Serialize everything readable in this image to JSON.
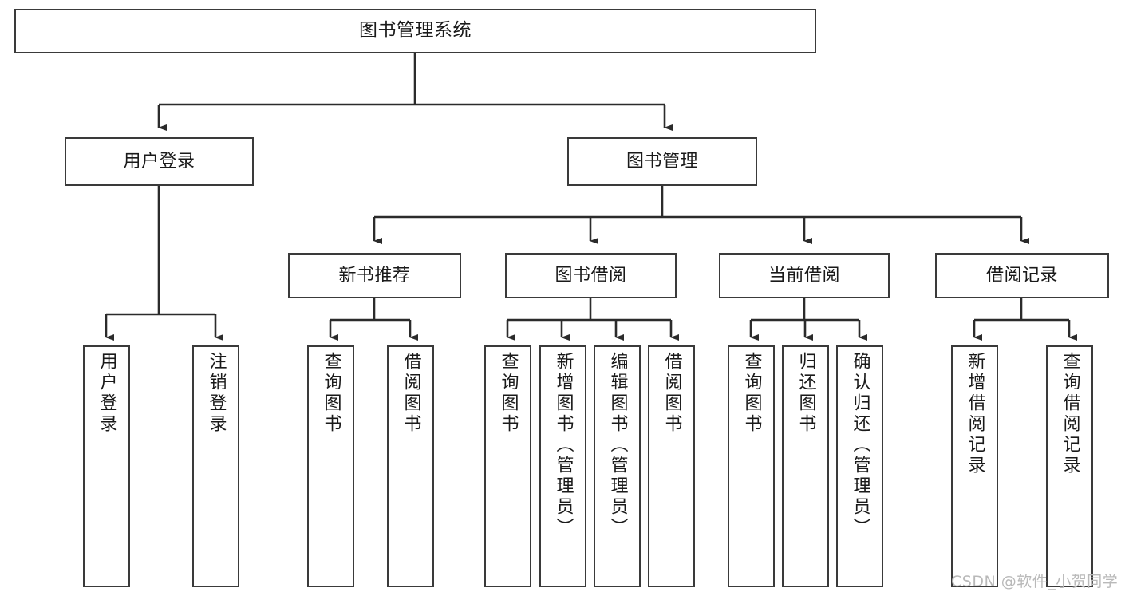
{
  "diagram": {
    "title": "图书管理系统",
    "type": "tree",
    "watermark": "CSDN @软件_小贺同学",
    "colors": {
      "box_border": "#3a3a3a",
      "box_fill": "#ffffff",
      "connector": "#2b2b2b",
      "text": "#1a1a1a",
      "watermark": "#b9b9b9"
    },
    "nodes": {
      "root": {
        "label": "图书管理系统"
      },
      "level1": [
        {
          "id": "user-login",
          "label": "用户登录"
        },
        {
          "id": "book-manage",
          "label": "图书管理"
        }
      ],
      "level2": [
        {
          "id": "new-book-rec",
          "label": "新书推荐",
          "parent": "book-manage"
        },
        {
          "id": "book-borrow",
          "label": "图书借阅",
          "parent": "book-manage"
        },
        {
          "id": "current-borrow",
          "label": "当前借阅",
          "parent": "book-manage"
        },
        {
          "id": "borrow-record",
          "label": "借阅记录",
          "parent": "book-manage"
        }
      ],
      "leaves": [
        {
          "id": "leaf-user-login",
          "label": "用户登录",
          "parent": "user-login"
        },
        {
          "id": "leaf-logout",
          "label": "注销登录",
          "parent": "user-login"
        },
        {
          "id": "leaf-query-book-1",
          "label": "查询图书",
          "parent": "new-book-rec"
        },
        {
          "id": "leaf-borrow-book-1",
          "label": "借阅图书",
          "parent": "new-book-rec"
        },
        {
          "id": "leaf-query-book-2",
          "label": "查询图书",
          "parent": "book-borrow"
        },
        {
          "id": "leaf-add-book",
          "label": "新增图书（管理员）",
          "parent": "book-borrow"
        },
        {
          "id": "leaf-edit-book",
          "label": "编辑图书（管理员）",
          "parent": "book-borrow"
        },
        {
          "id": "leaf-borrow-book-2",
          "label": "借阅图书",
          "parent": "book-borrow"
        },
        {
          "id": "leaf-query-book-3",
          "label": "查询图书",
          "parent": "current-borrow"
        },
        {
          "id": "leaf-return-book",
          "label": "归还图书",
          "parent": "current-borrow"
        },
        {
          "id": "leaf-confirm-return",
          "label": "确认归还（管理员）",
          "parent": "current-borrow"
        },
        {
          "id": "leaf-add-record",
          "label": "新增借阅记录",
          "parent": "borrow-record"
        },
        {
          "id": "leaf-query-record",
          "label": "查询借阅记录",
          "parent": "borrow-record"
        }
      ]
    }
  }
}
